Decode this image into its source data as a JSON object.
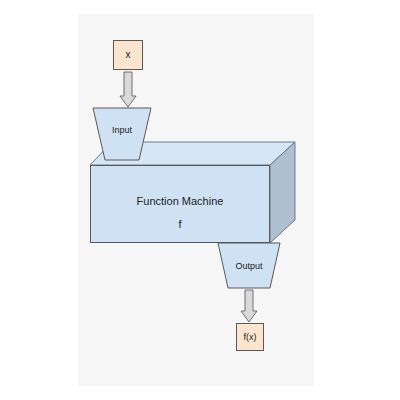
{
  "diagram": {
    "nodes": [
      {
        "text": [
          "x"
        ]
      },
      {
        "text": [
          "Input"
        ]
      },
      {
        "text": [
          "Function Machine",
          "f"
        ]
      },
      {
        "text": [
          "Output"
        ]
      },
      {
        "text": [
          "f(x)"
        ]
      }
    ],
    "edges": [
      {
        "from": 0,
        "to": 1,
        "arrow": "to"
      },
      {
        "from": 3,
        "to": 4,
        "arrow": "to"
      }
    ]
  }
}
